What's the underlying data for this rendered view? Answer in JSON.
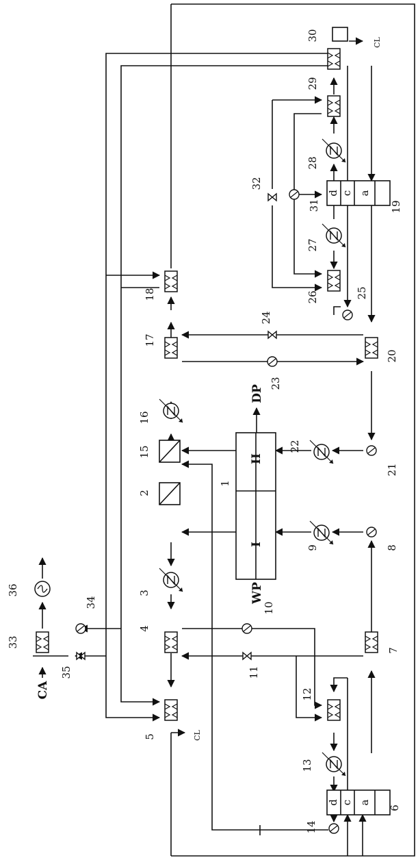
{
  "equipment": {
    "1": "1",
    "2": "2",
    "3": "3",
    "4": "4",
    "5": "5",
    "6": "6",
    "7": "7",
    "8": "8",
    "9": "9",
    "10": "10",
    "11": "11",
    "12": "12",
    "13": "13",
    "14": "14",
    "15": "15",
    "16": "16",
    "17": "17",
    "18": "18",
    "19": "19",
    "20": "20",
    "21": "21",
    "22": "22",
    "23": "23",
    "24": "24",
    "25": "25",
    "26": "26",
    "27": "27",
    "28": "28",
    "29": "29",
    "30": "30",
    "31": "31",
    "32": "32",
    "33": "33",
    "34": "34",
    "35": "35",
    "36": "36"
  },
  "streams": {
    "ca": "CA",
    "wp": "WP",
    "dp": "DP",
    "cl_top": "CL",
    "cl_bottom": "CL"
  },
  "sections": {
    "I": "I",
    "II": "II"
  },
  "tank_19": {
    "a": "a",
    "c": "c",
    "d": "d"
  },
  "tank_6": {
    "a": "a",
    "c": "c",
    "d": "d"
  }
}
